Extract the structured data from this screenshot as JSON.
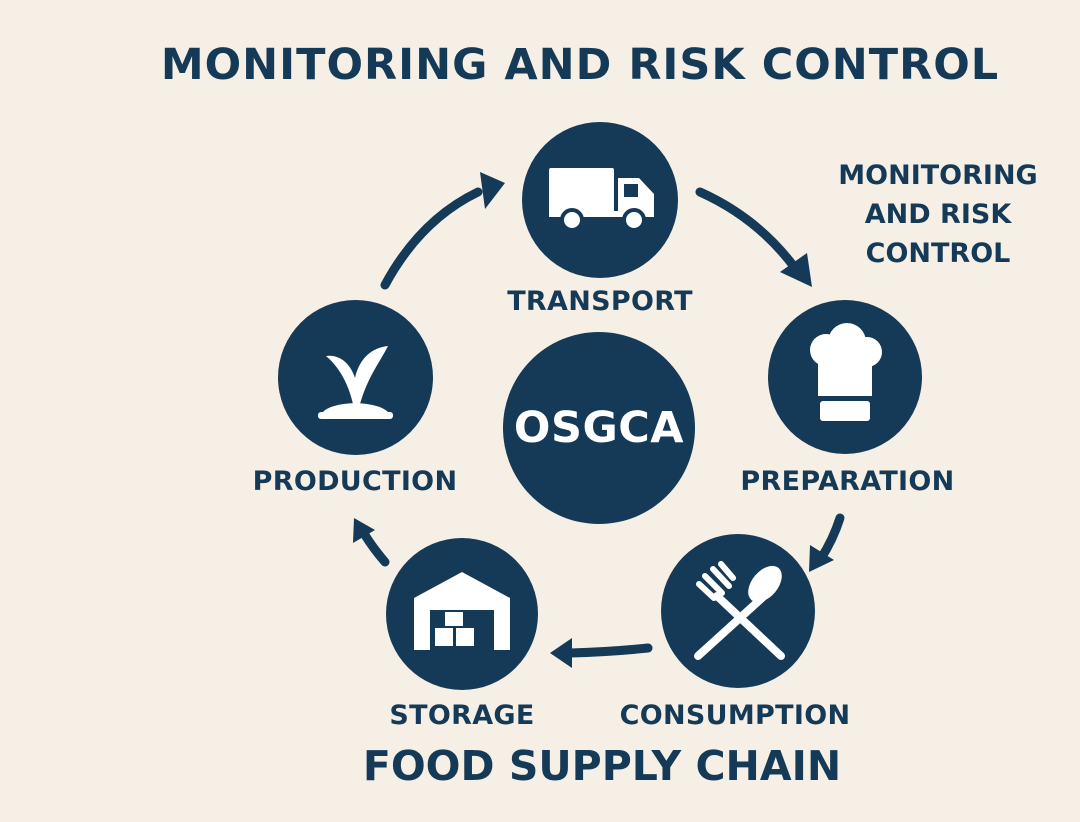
{
  "title": "MONITORING AND RISK CONTROL",
  "side_note": "MONITORING AND RISK CONTROL",
  "center": "OSGCA",
  "footer": "FOOD SUPPLY CHAIN",
  "stages": [
    {
      "label": "TRANSPORT",
      "icon": "truck-icon"
    },
    {
      "label": "PREPARATION",
      "icon": "chef-hat-icon"
    },
    {
      "label": "CONSUMPTION",
      "icon": "fork-spoon-icon"
    },
    {
      "label": "STORAGE",
      "icon": "warehouse-icon"
    },
    {
      "label": "PRODUCTION",
      "icon": "sprout-icon"
    }
  ],
  "colors": {
    "background": "#f6efe5",
    "primary": "#153a57",
    "icon": "#ffffff"
  }
}
